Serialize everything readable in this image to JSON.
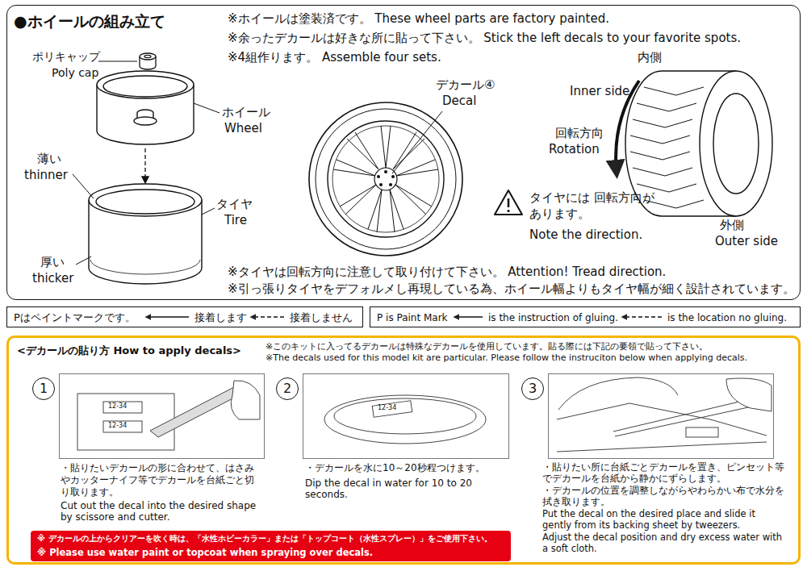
{
  "diagram": {
    "nodes": [
      {
        "text": [
          "●ホイールの組み立て"
        ]
      },
      {
        "text": [
          "Pはペイントマークです。",
          "接着します",
          "接着しません"
        ]
      },
      {
        "text": [
          "P is Paint Mark",
          "is the instruction of gluing.",
          "is the location no gluing."
        ]
      },
      {
        "text": [
          "<デカールの貼り方 How to apply decals>",
          "※このキットに入ってるデカールは特殊なデカールを使用しています。貼る際には下記の要領で貼って下さい。",
          "※The decals used for this model kit are particular. Please follow the instruciton below when applying decals."
        ]
      },
      {
        "text": [
          "1"
        ],
        "in": 3
      },
      {
        "text": [
          "2"
        ],
        "in": 3
      },
      {
        "text": [
          "3"
        ],
        "in": 3
      },
      {
        "text": [
          "※ デカールの上からクリアーを吹く時は、「水性ホビーカラー」または「トップコート（水性スプレー）」をご使用下さい。",
          "※ Please use water paint or topcoat when spraying over decals."
        ],
        "in": 3
      }
    ],
    "labels": [
      "※ホイールは塗装済です。 These wheel parts are factory painted.",
      "※余ったデカールは好きな所に貼って下さい。 Stick the left decals to your favorite spots.",
      "※4組作ります。 Assemble four sets.",
      "ポリキャップ",
      "Poly cap",
      "ホイール",
      "Wheel",
      "薄い",
      "thinner",
      "タイヤ",
      "Tire",
      "厚い",
      "thicker",
      "デカール④",
      "Decal",
      "内側",
      "Inner side",
      "回転方向",
      "Rotation",
      "タイヤには 回転方向があります。",
      "Note the direction.",
      "外側",
      "Outer side",
      "※タイヤは回転方向に注意して取り付けて下さい。 Attention! Tread direction.",
      "※引っ張りタイヤをデフォルメし再現している為、ホイール幅よりもタイヤ幅が細く設計されています。",
      "12-34",
      "12-34",
      "12-34",
      "・貼りたいデカールの形に合わせて、はさみやカッターナイフ等でデカールを台紙ごと切り取ります。",
      "Cut out the decal into the desired shape by scissore and cutter.",
      "・デカールを水に10～20秒程つけます。",
      "Dip the decal in water for 10 to 20 seconds.",
      "・貼りたい所に台紙ごとデカールを置き、ピンセット等でデカールを台紙から静かにずらします。",
      "・デカールの位置を調整しながらやわらかい布で水分を拭き取ります。",
      "Put the decal on the desired place and slide it gently from its backing sheet by tweezers.",
      "Adjust the decal position and dry excess water with a soft cloth."
    ]
  }
}
